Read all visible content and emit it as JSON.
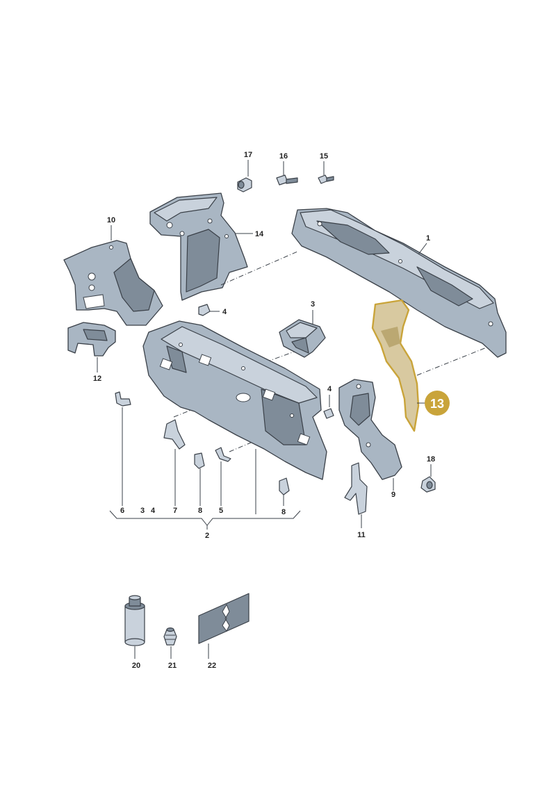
{
  "highlight_color": "#c9a43a",
  "callout": {
    "label": "13"
  },
  "labels": {
    "p1": "1",
    "p2": "2",
    "p3": "3",
    "p3b": "3",
    "p4a": "4",
    "p4b": "4",
    "p4c": "4",
    "p5": "5",
    "p6": "6",
    "p7": "7",
    "p8a": "8",
    "p8b": "8",
    "p9": "9",
    "p10": "10",
    "p11": "11",
    "p12": "12",
    "p14": "14",
    "p15": "15",
    "p16": "16",
    "p17": "17",
    "p18": "18",
    "p20": "20",
    "p21": "21",
    "p22": "22"
  }
}
